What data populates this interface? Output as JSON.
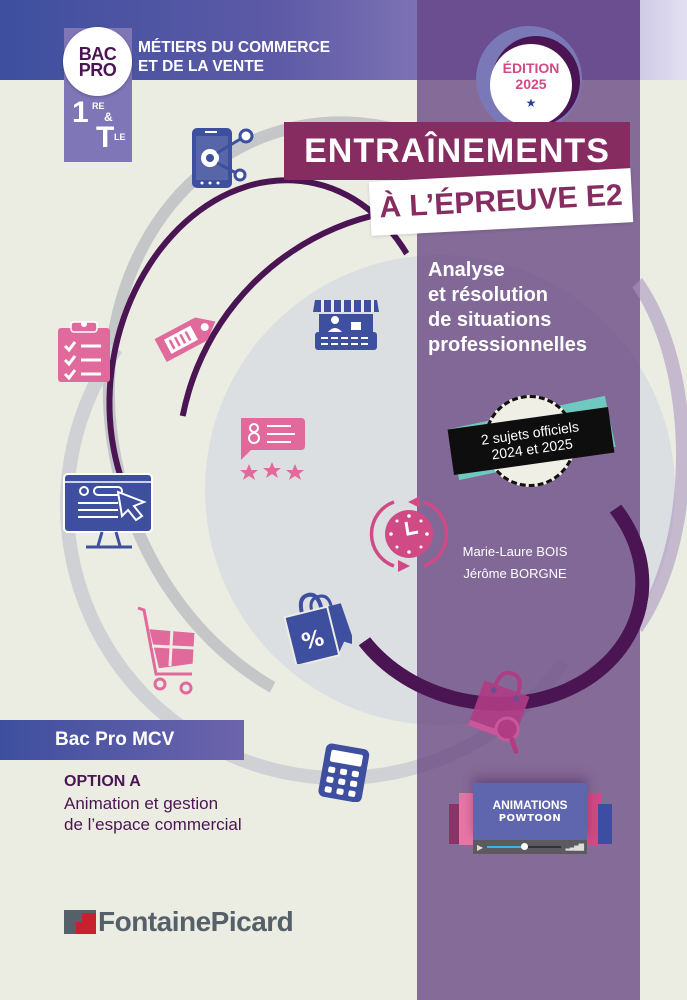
{
  "cover": {
    "series_badge": {
      "line1": "BAC",
      "line2": "PRO"
    },
    "levels": {
      "first": "1",
      "first_sup": "RE",
      "ampersand": "&",
      "second": "T",
      "second_sup": "LE"
    },
    "series_title": {
      "line1": "MÉTIERS DU COMMERCE",
      "line2": "ET DE LA VENTE"
    },
    "edition": {
      "label": "ÉDITION",
      "year": "2025",
      "star": "★"
    },
    "title": {
      "main": "ENTRAÎNEMENTS",
      "sub": "À L’ÉPREUVE E2"
    },
    "subtitle": {
      "line1": "Analyse",
      "line2": "et résolution",
      "line3": "de situations",
      "line4": "professionnelles"
    },
    "seal": {
      "line1": "2 sujets officiels",
      "line2": "2024 et 2025"
    },
    "authors": [
      "Marie-Laure BOIS",
      "Jérôme BORGNE"
    ],
    "powtoon": {
      "line1": "ANIMATIONS",
      "line2": "POWTOON",
      "play_icon": "▶",
      "volume_icon": "▂▃▅▇"
    },
    "program": {
      "band_label": "Bac Pro MCV",
      "option_title": "OPTION A",
      "option_line1": "Animation et gestion",
      "option_line2": "de l’espace commercial"
    },
    "publisher": {
      "name": "FontainePicard"
    }
  },
  "icons": [
    "smartphone-share-icon",
    "clipboard-checklist-icon",
    "price-tag-icon",
    "market-stall-icon",
    "review-stars-icon",
    "computer-click-icon",
    "clock-refresh-icon",
    "shopping-cart-icon",
    "shopping-bag-percent-icon",
    "calculator-icon",
    "shopping-bag-search-icon"
  ],
  "colors": {
    "background": "#ebede3",
    "purple_column": "#866c95",
    "brand_plum": "#862c60",
    "dark_plum": "#4a1552",
    "blue": "#3e4f9f",
    "pink": "#d04a86",
    "teal": "#6fc9c0",
    "logo_gray": "#556069",
    "logo_red": "#c8202f"
  }
}
